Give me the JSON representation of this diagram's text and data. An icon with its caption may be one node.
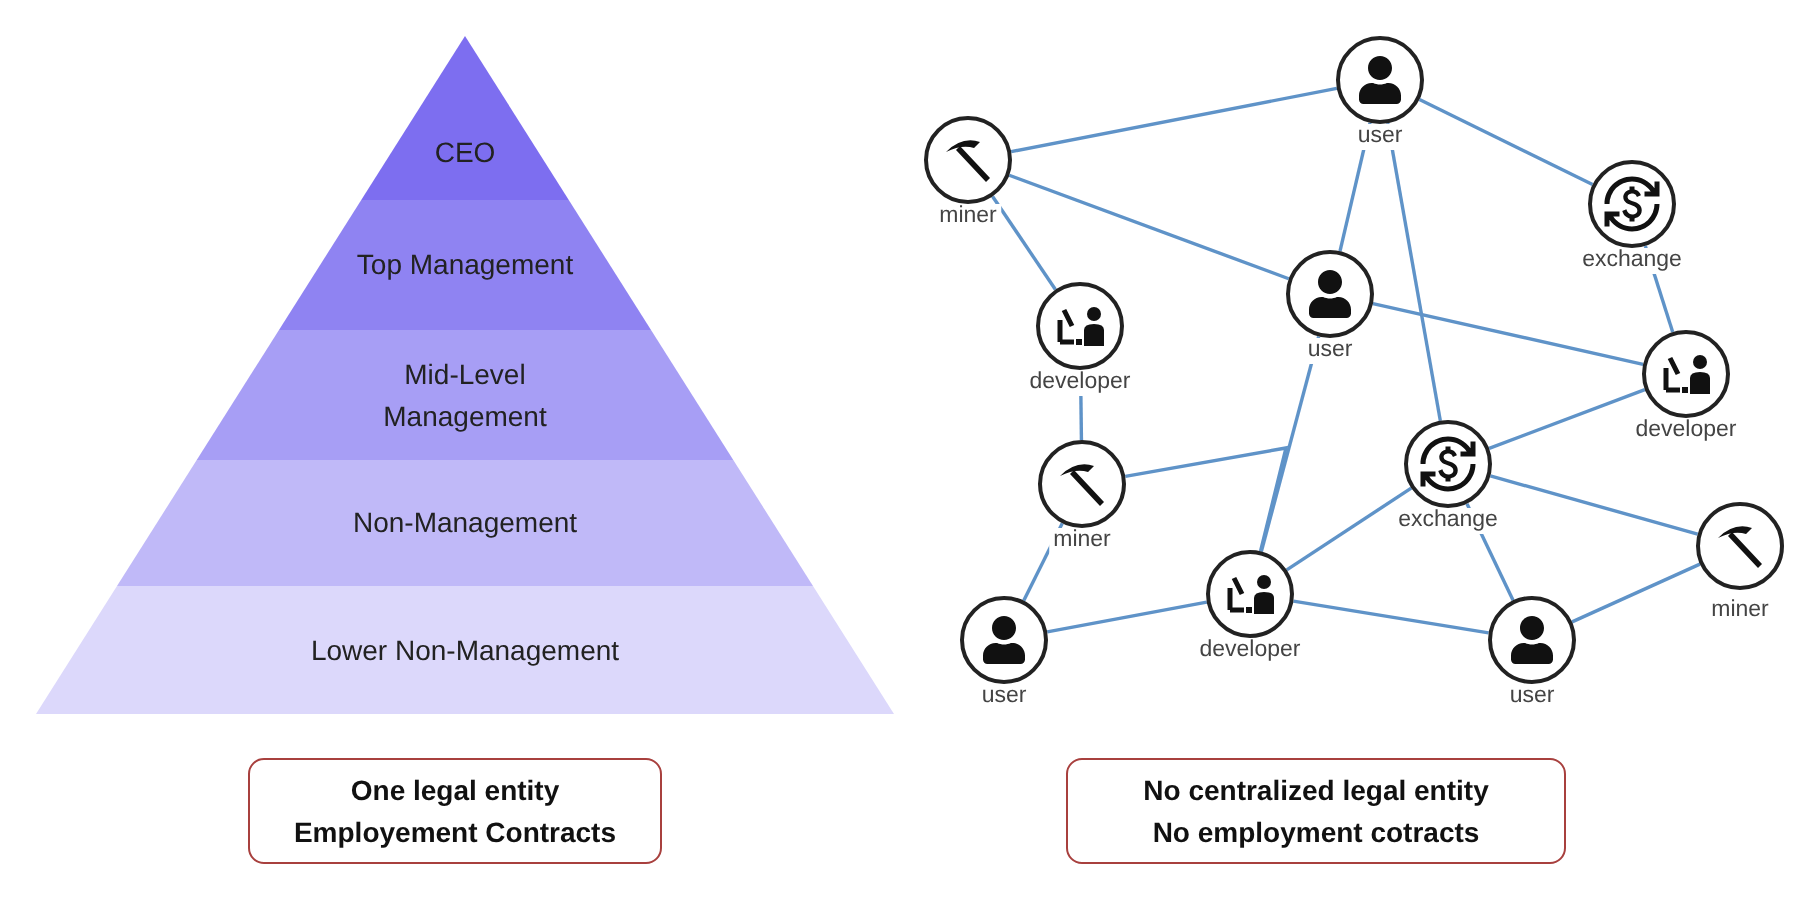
{
  "diagram": {
    "nodes": [
      {
        "text": [
          "CEO"
        ]
      },
      {
        "text": [
          "Top Management"
        ]
      },
      {
        "text": [
          "Mid-Level Management"
        ]
      },
      {
        "text": [
          "Non-Management"
        ]
      },
      {
        "text": [
          "Lower Non-Management"
        ]
      },
      {
        "text": [
          "One legal entity",
          "Employement Contracts"
        ]
      },
      {
        "text": [
          "user"
        ]
      },
      {
        "text": [
          "miner"
        ]
      },
      {
        "text": [
          "exchange"
        ]
      },
      {
        "text": [
          "user"
        ]
      },
      {
        "text": [
          "developer"
        ]
      },
      {
        "text": [
          "developer"
        ]
      },
      {
        "text": [
          "exchange"
        ]
      },
      {
        "text": [
          "miner"
        ]
      },
      {
        "text": [
          "miner"
        ]
      },
      {
        "text": [
          "developer"
        ]
      },
      {
        "text": [
          "user"
        ]
      },
      {
        "text": [
          "user"
        ]
      },
      {
        "text": [
          "No centralized legal entity",
          "No employment cotracts"
        ]
      }
    ],
    "edges": [
      {
        "from": 7,
        "to": 6,
        "arrow": "none"
      },
      {
        "from": 6,
        "to": 8,
        "arrow": "none"
      },
      {
        "from": 6,
        "to": 9,
        "arrow": "none"
      },
      {
        "from": 6,
        "to": 12,
        "arrow": "none"
      },
      {
        "from": 7,
        "to": 10,
        "arrow": "none"
      },
      {
        "from": 7,
        "to": 9,
        "arrow": "none"
      },
      {
        "from": 9,
        "to": 11,
        "arrow": "none"
      },
      {
        "from": 8,
        "to": 11,
        "arrow": "none"
      },
      {
        "from": 10,
        "to": 13,
        "arrow": "none"
      },
      {
        "from": 9,
        "to": 15,
        "arrow": "none"
      },
      {
        "from": 13,
        "to": 15,
        "arrow": "none"
      },
      {
        "from": 12,
        "to": 11,
        "arrow": "none"
      },
      {
        "from": 12,
        "to": 15,
        "arrow": "none"
      },
      {
        "from": 12,
        "to": 14,
        "arrow": "none"
      },
      {
        "from": 12,
        "to": 17,
        "arrow": "none"
      },
      {
        "from": 14,
        "to": 17,
        "arrow": "none"
      },
      {
        "from": 15,
        "to": 17,
        "arrow": "none"
      },
      {
        "from": 16,
        "to": 15,
        "arrow": "none"
      },
      {
        "from": 13,
        "to": 16,
        "arrow": "none"
      }
    ]
  }
}
